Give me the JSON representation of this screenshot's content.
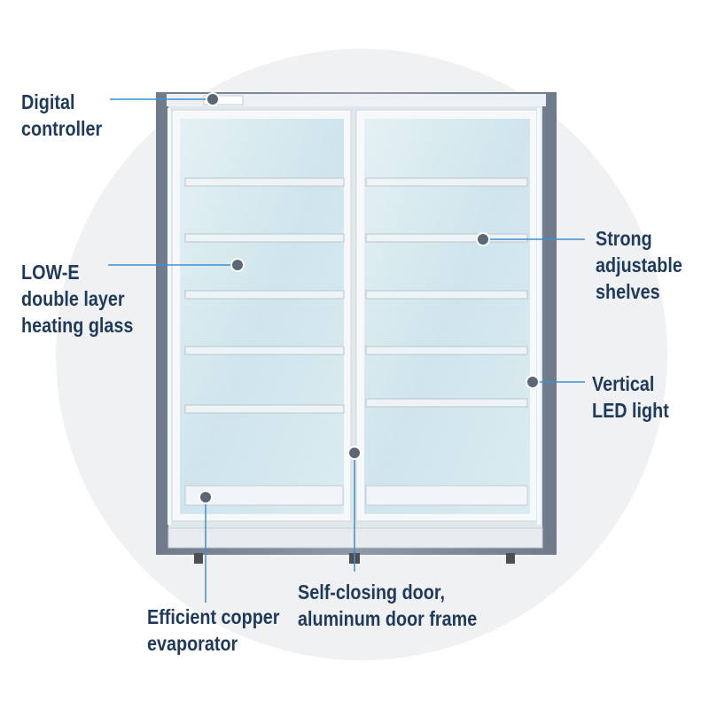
{
  "colors": {
    "accent_line": "#3d8fd1",
    "label_text": "#1f3a5a",
    "backdrop_circle": "#f0f1f3",
    "cabinet_frame": "#7a8494",
    "glass": "#d6e9ef",
    "shelf": "#e9eef1",
    "led": "#f4fbff"
  },
  "icons": {
    "callout_marker": "callout-dot-icon"
  },
  "callouts": {
    "digital_controller": [
      "Digital",
      "controller"
    ],
    "low_e_glass": [
      "LOW-E",
      "double layer",
      "heating glass"
    ],
    "strong_shelves": [
      "Strong",
      "adjustable",
      "shelves"
    ],
    "vertical_led": [
      "Vertical",
      "LED light"
    ],
    "self_closing_door": [
      "Self-closing door,",
      "aluminum door frame"
    ],
    "copper_evaporator": [
      "Efficient copper",
      "evaporator"
    ]
  }
}
